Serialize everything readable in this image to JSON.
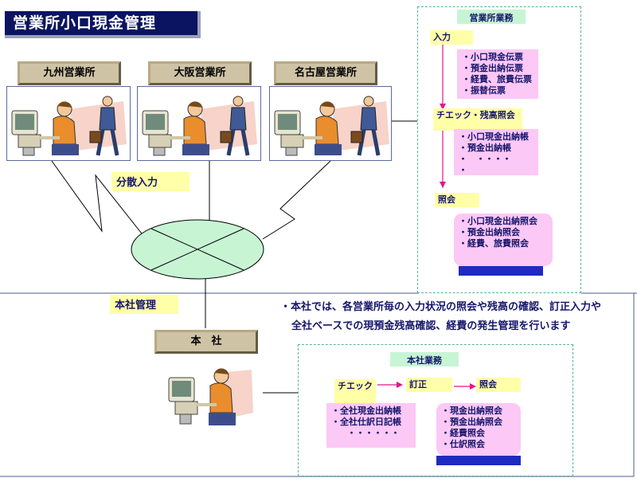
{
  "title": "営業所小口現金管理",
  "offices": [
    {
      "name": "九州営業所"
    },
    {
      "name": "大阪営業所"
    },
    {
      "name": "名古屋営業所"
    }
  ],
  "distributed_label": "分散入力",
  "branch_panel": {
    "header": "営業所業務",
    "step_input": "入力",
    "input_items": [
      "・小口現金伝票",
      "・預金出納伝票",
      "・経費、旅費伝票",
      "・振替伝票"
    ],
    "step_check": "チエック・残高照会",
    "check_items": [
      "・小口現金出納帳",
      "・預金出納帳",
      "・　・・・・",
      "・"
    ],
    "step_inquiry": "照会",
    "inquiry_items": [
      "・小口現金出納照会",
      "・預金出納照会",
      "・経費、旅費照会"
    ]
  },
  "hq_mgmt_label": "本社管理",
  "hq_name": "本　社",
  "hq_note_line1": "・本社では、各営業所毎の入力状況の照会や残高の確認、訂正入力や",
  "hq_note_line2": "全社ベースでの現預金残高確認、経費の発生管理を行います",
  "hq_panel": {
    "header": "本社業務",
    "step_check": "チエック",
    "step_correct": "訂正",
    "step_inquiry": "照会",
    "check_items": [
      "・全社現金出納帳",
      "・全社仕訳日記帳",
      "・・・・・・"
    ],
    "inquiry_items": [
      "・現金出納照会",
      "・預金出納照会",
      "・経費照会",
      "・仕訳照会"
    ]
  },
  "colors": {
    "title_bg": "#0a1460",
    "label_yellow": "#ffffa8",
    "label_green": "#c7f5d4",
    "list_pink": "#fcc8f5",
    "network_ellipse": "#c7f5d4",
    "accent_magenta": "#e0168c",
    "navy_bar": "#1f2bbf"
  },
  "icons": [
    "office-worker-at-computer-icon",
    "walking-businessman-icon",
    "network-hub-icon",
    "arrow-right-icon",
    "arrow-down-icon"
  ]
}
